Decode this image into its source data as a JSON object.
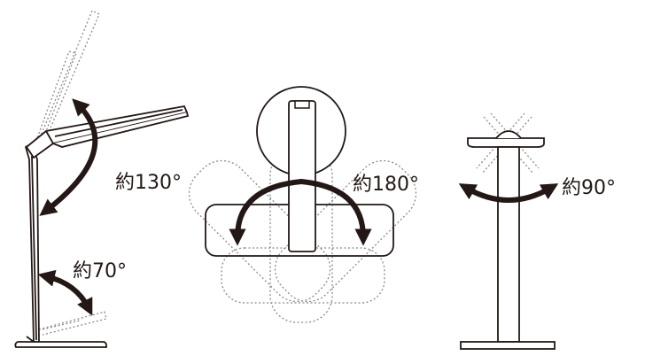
{
  "labels": {
    "arm_tilt": "約130°",
    "base_tilt": "約70°",
    "head_rotation": "約180°",
    "head_swivel": "約90°"
  },
  "colors": {
    "ink": "#231815",
    "dotted": "#8a8a8a",
    "background": "#ffffff"
  }
}
